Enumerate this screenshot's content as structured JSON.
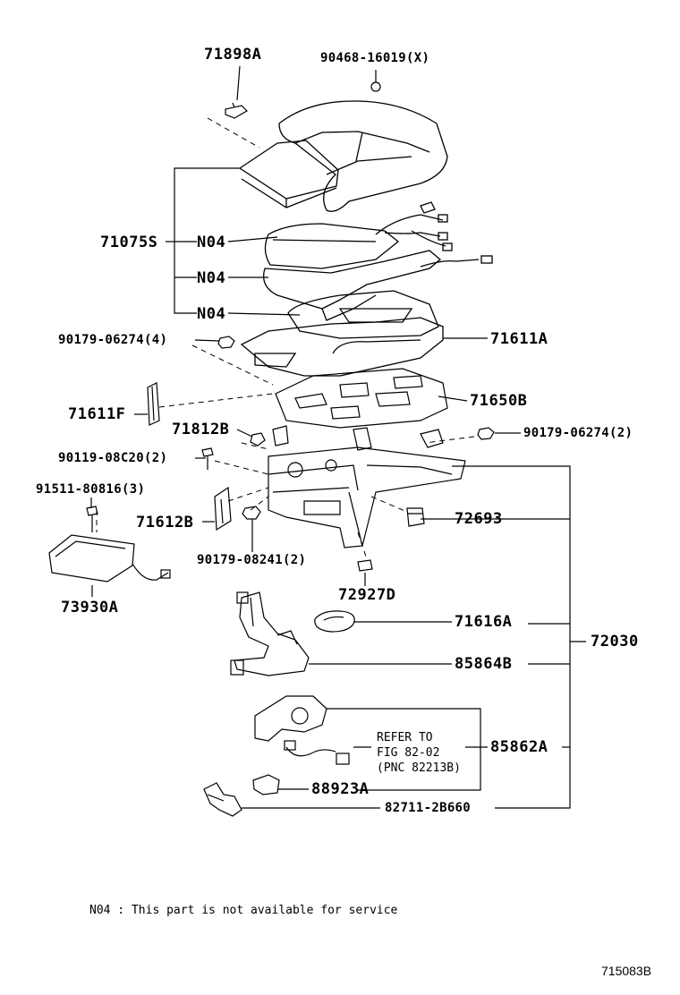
{
  "parts": {
    "p71898A": "71898A",
    "p90468": "90468-16019(X)",
    "p71075S": "71075S",
    "n04_a": "N04",
    "n04_b": "N04",
    "n04_c": "N04",
    "p90179_4": "90179-06274(4)",
    "p71611A": "71611A",
    "p71611F": "71611F",
    "p71650B": "71650B",
    "p71812B": "71812B",
    "p90179_2": "90179-06274(2)",
    "p90119": "90119-08C20(2)",
    "p91511": "91511-80816(3)",
    "p71612B": "71612B",
    "p72693": "72693",
    "p90179_08241": "90179-08241(2)",
    "p72927D": "72927D",
    "p73930A": "73930A",
    "p71616A": "71616A",
    "p72030": "72030",
    "p85864B": "85864B",
    "p85862A": "85862A",
    "p88923A": "88923A",
    "p82711": "82711-2B660"
  },
  "refer": {
    "line1": "REFER TO",
    "line2": "FIG 82-02",
    "line3": "(PNC 82213B)"
  },
  "footer": {
    "note": "N04 : This part is not available for service",
    "code": "715083B"
  }
}
